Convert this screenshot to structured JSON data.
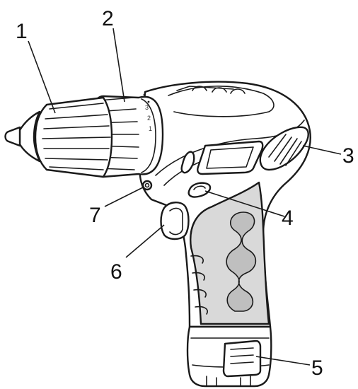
{
  "callouts": [
    {
      "label": "1"
    },
    {
      "label": "2"
    },
    {
      "label": "3"
    },
    {
      "label": "4"
    },
    {
      "label": "5"
    },
    {
      "label": "6"
    },
    {
      "label": "7"
    }
  ],
  "torque_marks": [
    "3",
    "2",
    "1"
  ],
  "colors": {
    "line": "#1a1a1a",
    "grip": "#d9d9d9",
    "background": "#ffffff"
  }
}
